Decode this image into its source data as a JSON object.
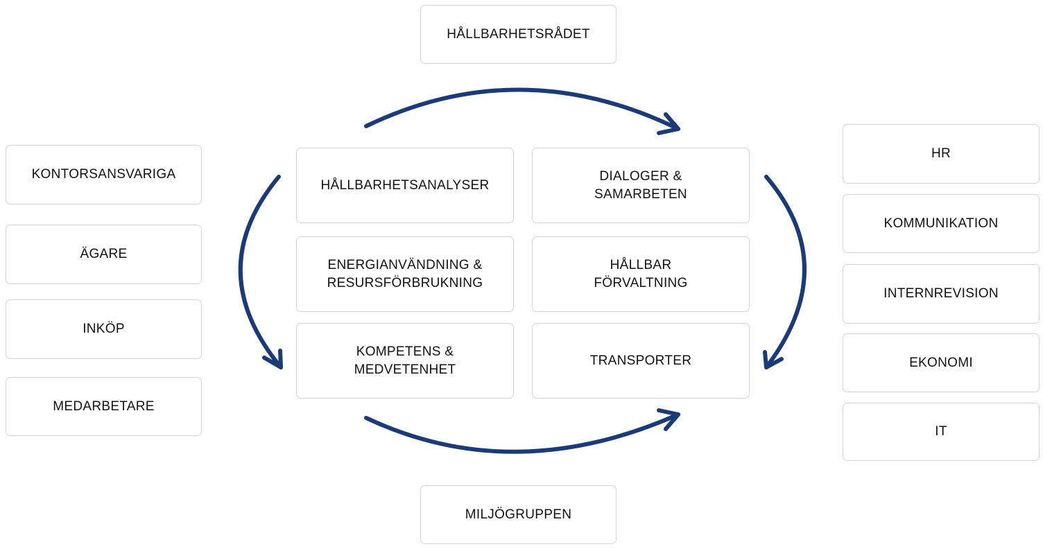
{
  "top": {
    "label": "HÅLLBARHETSRÅDET"
  },
  "bottom": {
    "label": "MILJÖGRUPPEN"
  },
  "left": {
    "items": [
      {
        "label": "KONTORSANSVARIGA"
      },
      {
        "label": "ÄGARE"
      },
      {
        "label": "INKÖP"
      },
      {
        "label": "MEDARBETARE"
      }
    ]
  },
  "right": {
    "items": [
      {
        "label": "HR"
      },
      {
        "label": "KOMMUNIKATION"
      },
      {
        "label": "INTERNREVISION"
      },
      {
        "label": "EKONOMI"
      },
      {
        "label": "IT"
      }
    ]
  },
  "center": {
    "items": [
      {
        "label": "HÅLLBARHETSANALYSER"
      },
      {
        "label": "DIALOGER &\nSAMARBETEN"
      },
      {
        "label": "ENERGIANVÄNDNING &\nRESURSFÖRBRUKNING"
      },
      {
        "label": "HÅLLBAR\nFÖRVALTNING"
      },
      {
        "label": "KOMPETENS &\nMEDVETENHET"
      },
      {
        "label": "TRANSPORTER"
      }
    ]
  },
  "colors": {
    "arrow": "#1b3a78",
    "border": "#d3d3d3",
    "text": "#111111"
  }
}
